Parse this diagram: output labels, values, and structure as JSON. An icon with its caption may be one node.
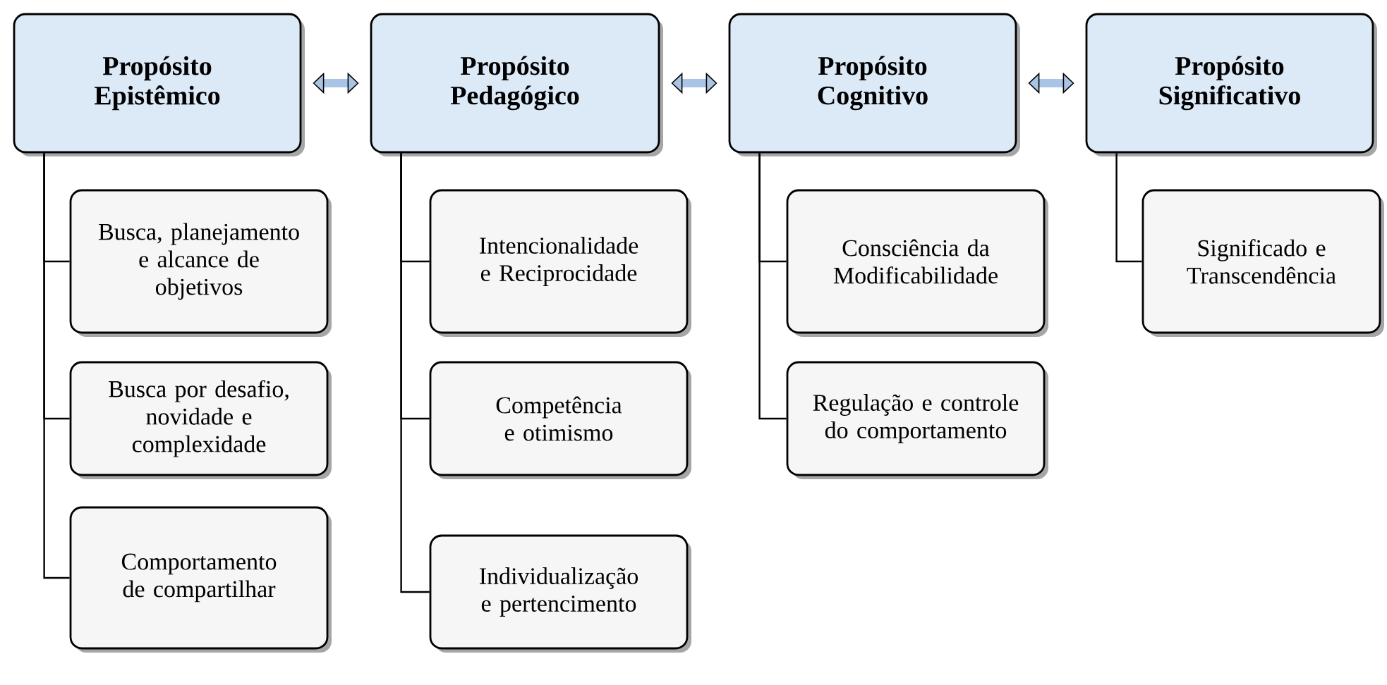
{
  "diagram": {
    "nodes": [
      {
        "text": [
          "Propósito Epistêmico"
        ]
      },
      {
        "text": [
          "Busca, planejamento e alcance de objetivos"
        ]
      },
      {
        "text": [
          "Busca por desafio, novidade e complexidade"
        ]
      },
      {
        "text": [
          "Comportamento de compartilhar"
        ]
      },
      {
        "text": [
          "Propósito Pedagógico"
        ]
      },
      {
        "text": [
          "Intencionalidade e Reciprocidade"
        ]
      },
      {
        "text": [
          "Competência e otimismo"
        ]
      },
      {
        "text": [
          "Individualização e pertencimento"
        ]
      },
      {
        "text": [
          "Propósito Cognitivo"
        ]
      },
      {
        "text": [
          "Consciência da Modificabilidade"
        ]
      },
      {
        "text": [
          "Regulação e controle do comportamento"
        ]
      },
      {
        "text": [
          "Propósito Significativo"
        ]
      },
      {
        "text": [
          "Significado e Transcendência"
        ]
      }
    ],
    "edges": [
      {
        "from": 0,
        "to": 4,
        "arrow": "both",
        "style": "thick",
        "color": "#a9c4e4"
      },
      {
        "from": 4,
        "to": 8,
        "arrow": "both",
        "style": "thick",
        "color": "#a9c4e4"
      },
      {
        "from": 8,
        "to": 11,
        "arrow": "both",
        "style": "thick",
        "color": "#a9c4e4"
      },
      {
        "from": 0,
        "to": 1,
        "arrow": "none"
      },
      {
        "from": 0,
        "to": 2,
        "arrow": "none"
      },
      {
        "from": 0,
        "to": 3,
        "arrow": "none"
      },
      {
        "from": 4,
        "to": 5,
        "arrow": "none"
      },
      {
        "from": 4,
        "to": 6,
        "arrow": "none"
      },
      {
        "from": 4,
        "to": 7,
        "arrow": "none"
      },
      {
        "from": 8,
        "to": 9,
        "arrow": "none"
      },
      {
        "from": 8,
        "to": 10,
        "arrow": "none"
      },
      {
        "from": 11,
        "to": 12,
        "arrow": "none"
      }
    ]
  }
}
